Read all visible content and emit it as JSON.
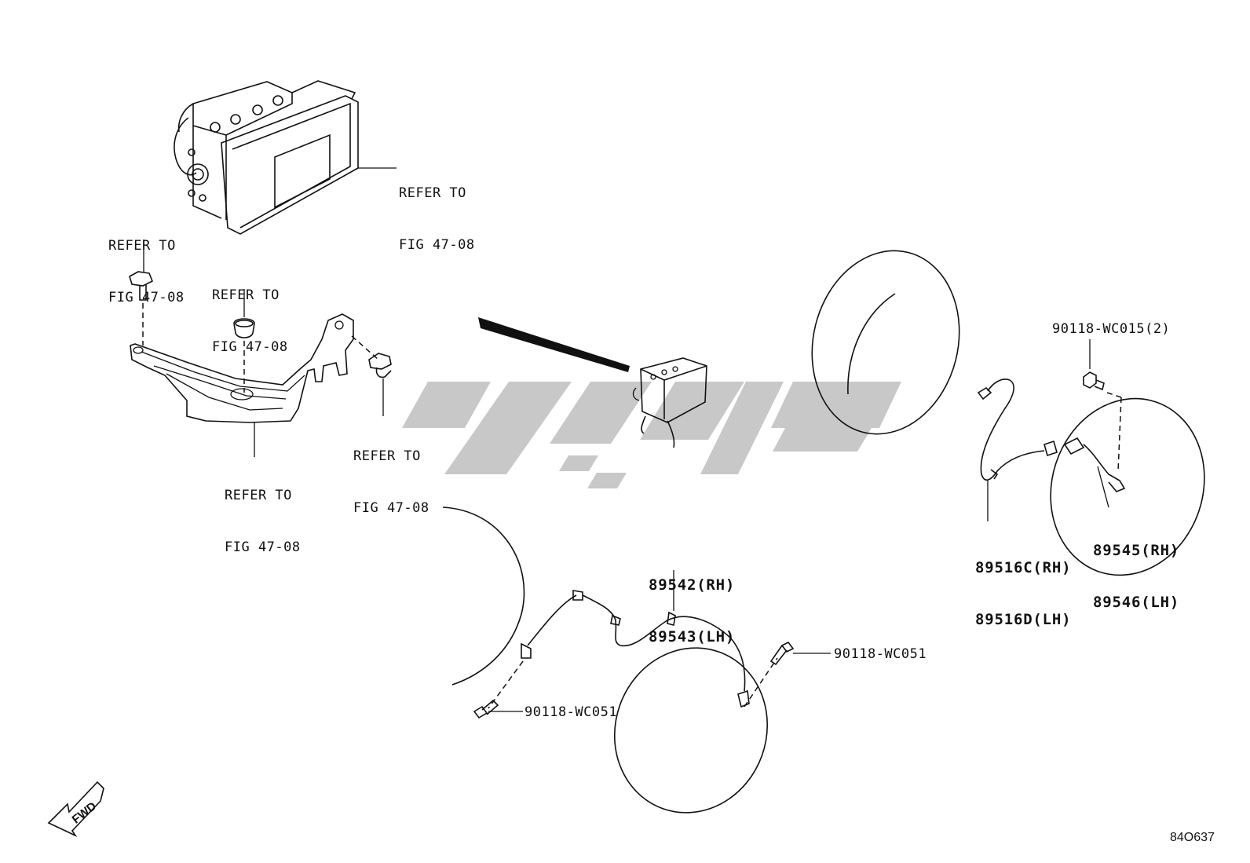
{
  "labels": {
    "refer_abs_actuator": [
      "REFER TO",
      "FIG 47-08"
    ],
    "refer_bolt_left": [
      "REFER TO",
      "FIG 47-08"
    ],
    "refer_grommet": [
      "REFER TO",
      "FIG 47-08"
    ],
    "refer_bracket": [
      "REFER TO",
      "FIG 47-08"
    ],
    "refer_bolt_right": [
      "REFER TO",
      "FIG 47-08"
    ],
    "bolt_rear_part": "90118-WC015(2)",
    "rear_wire_part": [
      "89516C(RH)",
      "89516D(LH)"
    ],
    "rear_sensor_part": [
      "89545(RH)",
      "89546(LH)"
    ],
    "front_sensor_part": [
      "89542(RH)",
      "89543(LH)"
    ],
    "bolt_front_right_part": "90118-WC051",
    "bolt_front_left_part": "90118-WC051",
    "fwd_arrow_text": "FWD",
    "figure_number": "84O637"
  },
  "colors": {
    "line": "#111111",
    "watermark": "#c8c8c8",
    "background": "#ffffff"
  }
}
